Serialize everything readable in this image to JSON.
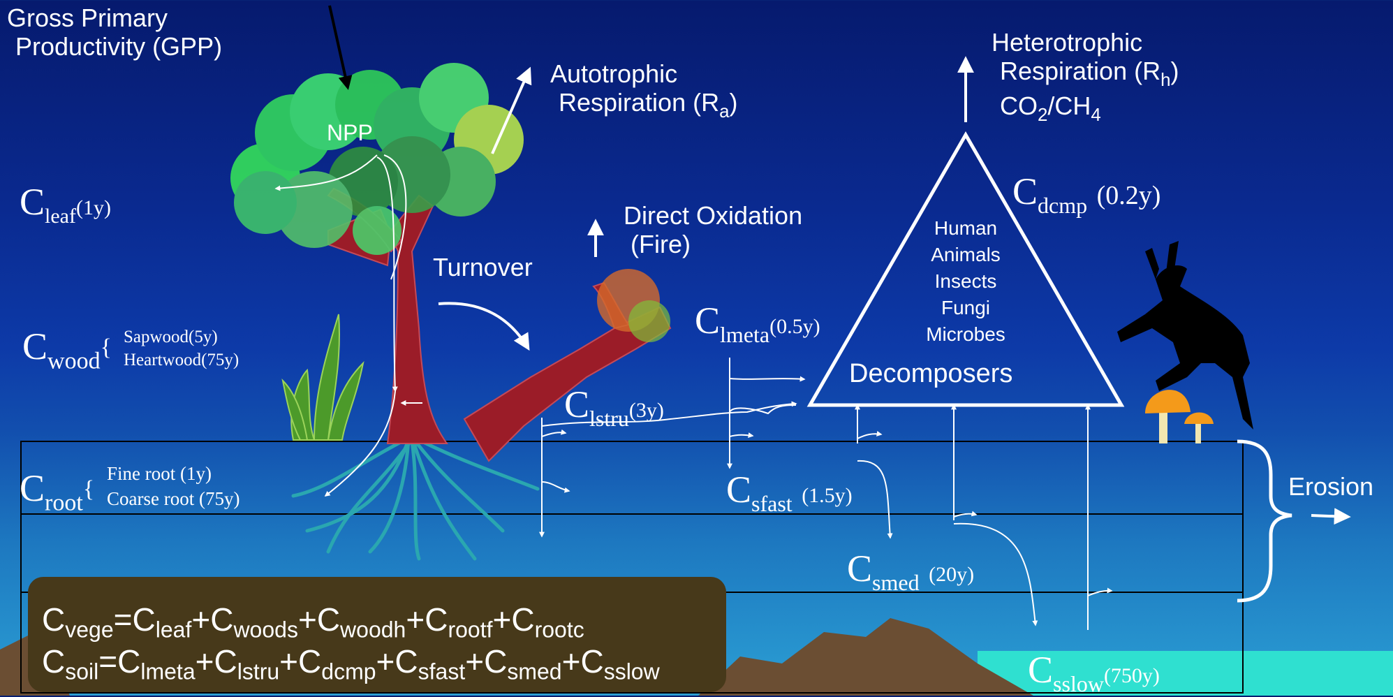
{
  "gpp": {
    "line1": "Gross Primary",
    "line2": "Productivity (GPP)"
  },
  "npp": "NPP",
  "autotrophic": {
    "line1": "Autotrophic",
    "line2": "Respiration (R",
    "sub": "a",
    "tail": ")"
  },
  "heterotrophic": {
    "line1": "Heterotrophic",
    "line2": "Respiration (R",
    "sub": "h",
    "tail": ")",
    "line3a": "CO",
    "line3sub": "2",
    "line3b": "/CH",
    "line3sub2": "4"
  },
  "turnover": "Turnover",
  "fire": {
    "line1": "Direct Oxidation",
    "line2": "(Fire)"
  },
  "erosion": "Erosion",
  "decomposers": {
    "list": [
      "Human",
      "Animals",
      "Insects",
      "Fungi",
      "Microbes"
    ],
    "title": "Decomposers"
  },
  "pools": {
    "leaf": {
      "c": "C",
      "sub": "leaf",
      "time": "(1y)"
    },
    "wood": {
      "c": "C",
      "sub": "wood",
      "brace": "{",
      "a": "Sapwood(5y)",
      "b": "Heartwood(75y)"
    },
    "root": {
      "c": "C",
      "sub": "root",
      "brace": "{",
      "a": "Fine root (1y)",
      "b": "Coarse root (75y)"
    },
    "lmeta": {
      "c": "C",
      "sub": "lmeta",
      "time": "(0.5y)"
    },
    "lstru": {
      "c": "C",
      "sub": "lstru",
      "time": "(3y)"
    },
    "dcmp": {
      "c": "C",
      "sub": "dcmp",
      "time": "(0.2y)"
    },
    "sfast": {
      "c": "C",
      "sub": "sfast",
      "time": "(1.5y)"
    },
    "smed": {
      "c": "C",
      "sub": "smed",
      "time": "(20y)"
    },
    "sslow": {
      "c": "C",
      "sub": "sslow",
      "time": "(750y)"
    }
  },
  "equations": {
    "vege": {
      "lhs": "C",
      "lhs_sub": "vege",
      "terms": [
        [
          "C",
          "leaf"
        ],
        [
          "C",
          "woods"
        ],
        [
          "C",
          "woodh"
        ],
        [
          "C",
          "rootf"
        ],
        [
          "C",
          "rootc"
        ]
      ]
    },
    "soil": {
      "lhs": "C",
      "lhs_sub": "soil",
      "terms": [
        [
          "C",
          "lmeta"
        ],
        [
          "C",
          "lstru"
        ],
        [
          "C",
          "dcmp"
        ],
        [
          "C",
          "sfast"
        ],
        [
          "C",
          "smed"
        ],
        [
          "C",
          "sslow"
        ]
      ]
    }
  },
  "colors": {
    "sky_top": "#061a6e",
    "soil_bottom": "#2b9fd4",
    "trunk": "#9b1c28",
    "roots": "#2aa7b0",
    "canopy": "#3ccf5e",
    "box": "#47391a",
    "teal_water": "#2fe0d0"
  }
}
